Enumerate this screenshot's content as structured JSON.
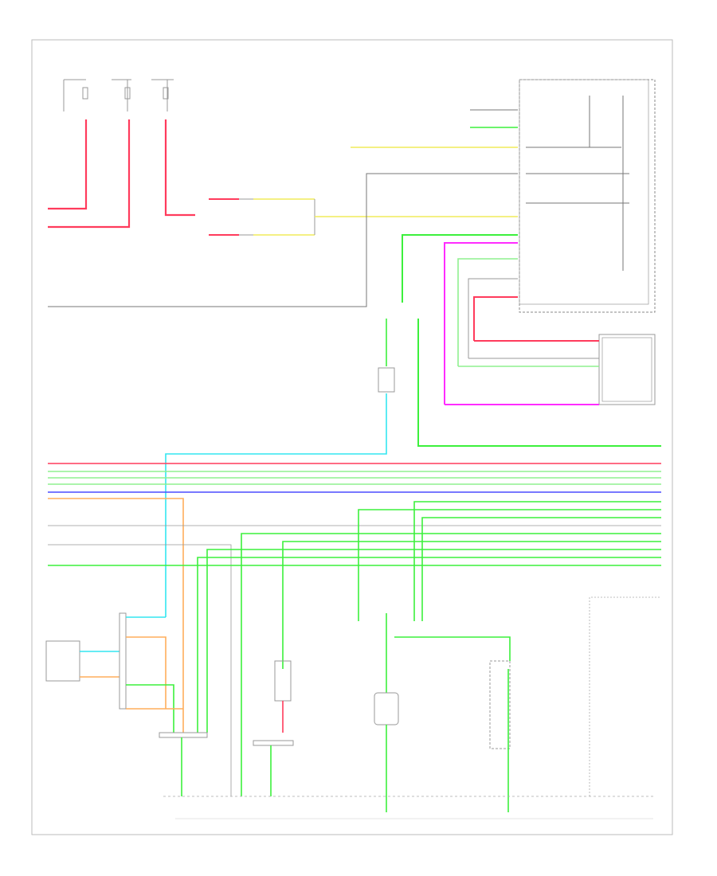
{
  "colors": {
    "red": "#ff3b5c",
    "yellow": "#f0ec5a",
    "green": "#3cf03c",
    "light_green": "#8ff08f",
    "magenta": "#ff2cff",
    "cyan": "#33e6f0",
    "blue": "#4c4cff",
    "orange": "#ffae5c",
    "gray": "#7a7a7a",
    "dark": "#333333",
    "pink": "#ff9aa8"
  },
  "diagram": {
    "components": [
      {
        "id": "fuse-1",
        "label": ""
      },
      {
        "id": "fuse-2",
        "label": ""
      },
      {
        "id": "fuse-3",
        "label": ""
      },
      {
        "id": "light-switch",
        "label": ""
      },
      {
        "id": "combination-meter",
        "label": ""
      },
      {
        "id": "light-control-sensor",
        "label": ""
      },
      {
        "id": "headlight-left",
        "label": ""
      },
      {
        "id": "headlight-right",
        "label": ""
      },
      {
        "id": "ground-points",
        "label": ""
      }
    ],
    "notes": []
  }
}
